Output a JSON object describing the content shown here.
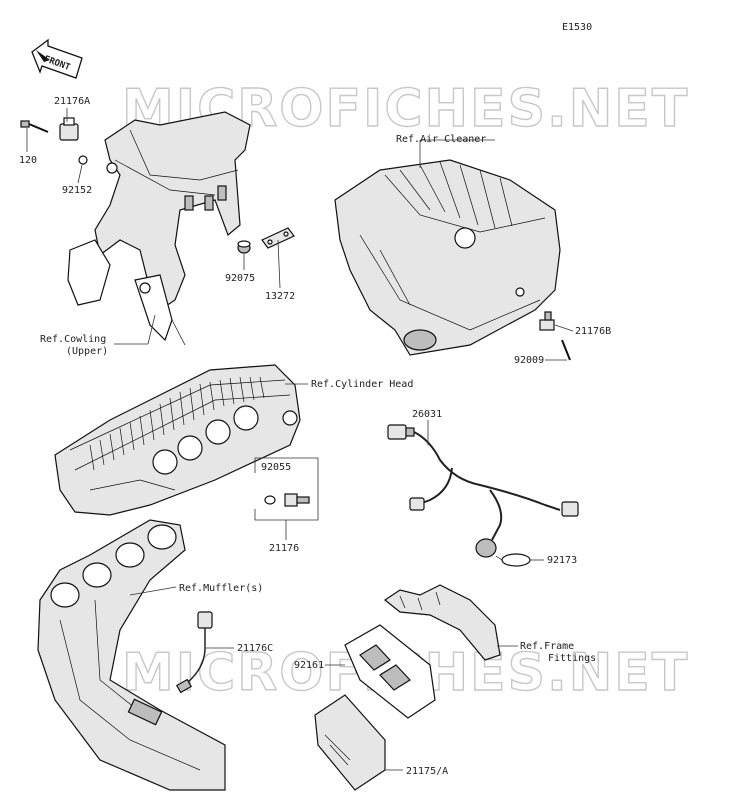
{
  "diagram_code": "E1530",
  "watermarks": [
    "MICROFICHES.NET",
    "MICROFICHES.NET"
  ],
  "front_badge": "FRONT",
  "callouts": {
    "p21176A": "21176A",
    "p120": "120",
    "p92152": "92152",
    "p92075": "92075",
    "p13272": "13272",
    "ref_air_cleaner": "Ref.Air Cleaner",
    "p21176B": "21176B",
    "p92009": "92009",
    "ref_cowling_1": "Ref.Cowling",
    "ref_cowling_2": "(Upper)",
    "ref_cylinder_head": "Ref.Cylinder Head",
    "p26031": "26031",
    "p92055": "92055",
    "p21176": "21176",
    "p92173": "92173",
    "ref_mufflers": "Ref.Muffler(s)",
    "p21176C": "21176C",
    "p92161": "92161",
    "ref_frame_1": "Ref.Frame",
    "ref_frame_2": "Fittings",
    "p21175A": "21175/A"
  }
}
